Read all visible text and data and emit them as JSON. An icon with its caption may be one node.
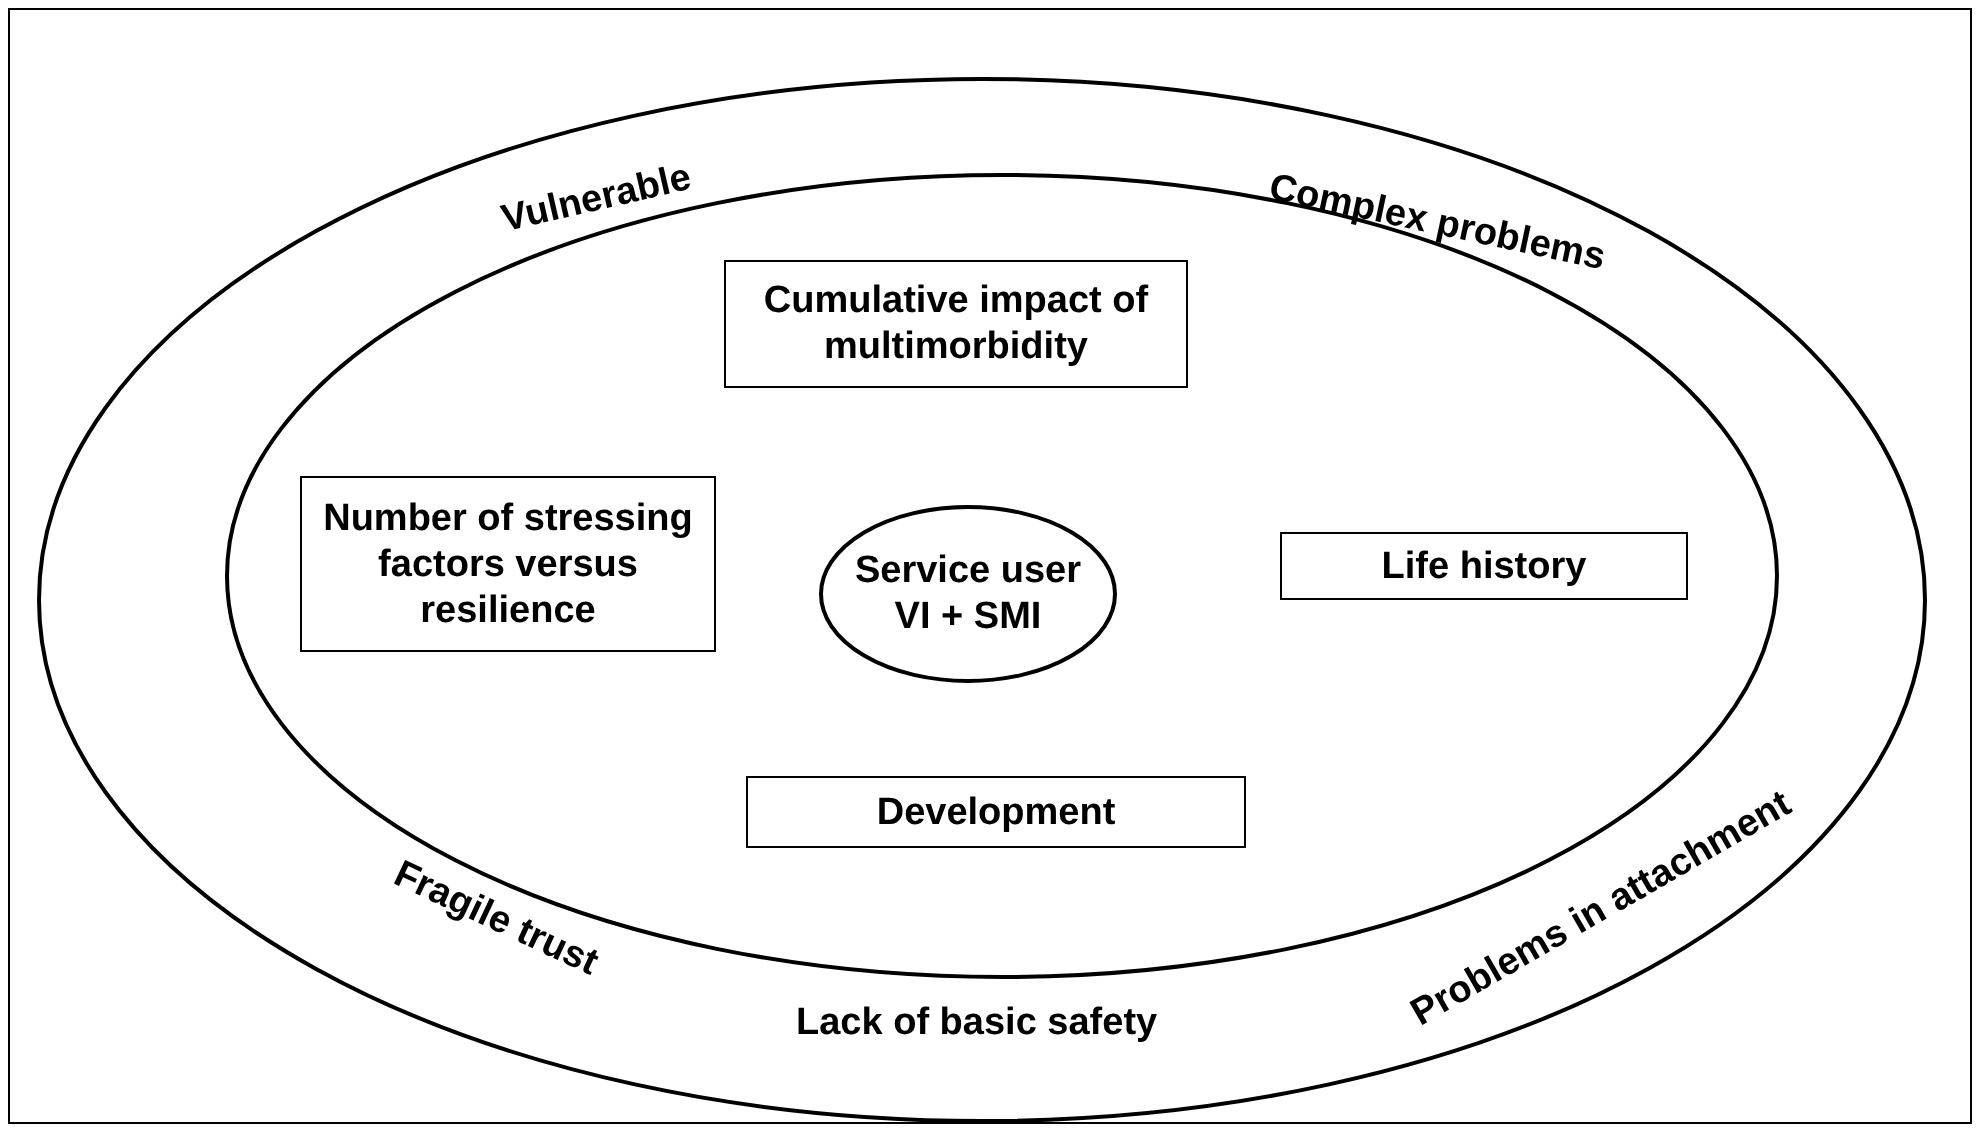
{
  "diagram": {
    "nodes": [
      {
        "text": [
          "Vulnerable",
          "Complex problems",
          "Fragile trust",
          "Lack of basic safety",
          "Problems in attachment"
        ]
      },
      {
        "text": [],
        "shape": "ellipse",
        "in": 0
      },
      {
        "text": [
          "Cumulative impact of multimorbidity"
        ],
        "in": 1
      },
      {
        "text": [
          "Number of stressing factors versus resilience"
        ],
        "in": 1
      },
      {
        "text": [
          "Service user VI + SMI"
        ],
        "in": 1
      },
      {
        "text": [
          "Life history"
        ],
        "in": 1
      },
      {
        "text": [
          "Development"
        ],
        "in": 1
      }
    ]
  }
}
